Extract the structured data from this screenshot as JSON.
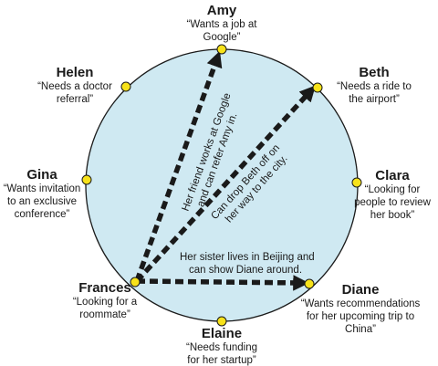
{
  "people": {
    "amy": {
      "name": "Amy",
      "need": [
        "“Wants a job at",
        "Google”"
      ]
    },
    "beth": {
      "name": "Beth",
      "need": [
        "“Needs a ride to",
        "the airport”"
      ]
    },
    "clara": {
      "name": "Clara",
      "need": [
        "“Looking for",
        "people to review",
        "her book”"
      ]
    },
    "diane": {
      "name": "Diane",
      "need": [
        "“Wants recommendations",
        "for her upcoming trip to",
        "China”"
      ]
    },
    "elaine": {
      "name": "Elaine",
      "need": [
        "“Needs funding",
        "for her startup”"
      ]
    },
    "frances": {
      "name": "Frances",
      "need": [
        "“Looking for a",
        "roommate”"
      ]
    },
    "gina": {
      "name": "Gina",
      "need": [
        "“Wants invitation",
        "to an exclusive",
        "conference”"
      ]
    },
    "helen": {
      "name": "Helen",
      "need": [
        "“Needs a doctor",
        "referral”"
      ]
    }
  },
  "connections": {
    "amy": [
      "Her friend works at Google",
      "and can refer Amy in."
    ],
    "beth": [
      "Can drop Beth off on",
      "her way to the city."
    ],
    "diane": [
      "Her sister lives in Beijing and",
      "can show Diane around."
    ]
  },
  "colors": {
    "circle_fill": "#cfe9f2",
    "circle_stroke": "#1a1a1a",
    "node_fill": "#f7e21a",
    "arrow": "#1a1a1a"
  }
}
